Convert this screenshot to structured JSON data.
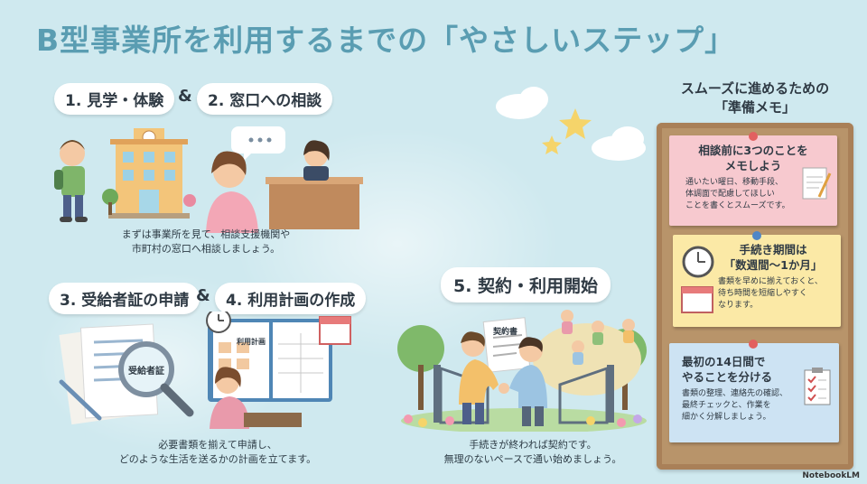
{
  "title": "B型事業所を利用するまでの「やさしいステップ」",
  "steps": [
    {
      "label": "1. 見学・体験"
    },
    {
      "label": "2. 窓口への相談"
    },
    {
      "label": "3. 受給者証の申請"
    },
    {
      "label": "4. 利用計画の作成"
    },
    {
      "label": "5. 契約・利用開始"
    }
  ],
  "amp": "&",
  "captions": {
    "step12": [
      "まずは事業所を見て、相談支援機関や",
      "市町村の窓口へ相談しましょう。"
    ],
    "step34": [
      "必要書類を揃えて申請し、",
      "どのような生活を送るかの計画を立てます。"
    ],
    "step5": [
      "手続きが終われば契約です。",
      "無理のないペースで通い始めましょう。"
    ]
  },
  "illustration_text": {
    "certificate": "受給者証",
    "plan": "利用計画",
    "contract": "契約書"
  },
  "memo": {
    "title": [
      "スムーズに進めるための",
      "「準備メモ」"
    ],
    "notes": [
      {
        "heading": [
          "相談前に3つのことを",
          "メモしよう"
        ],
        "body": [
          "通いたい曜日、移動手段、",
          "体調面で配慮してほしい",
          "ことを書くとスムーズです。"
        ],
        "color": "#f7c9cf"
      },
      {
        "heading": [
          "手続き期間は",
          "「数週間〜1か月」"
        ],
        "body": [
          "書類を早めに揃えておくと、",
          "待ち時間を短縮しやすく",
          "なります。"
        ],
        "color": "#fbe9a6"
      },
      {
        "heading": [
          "最初の14日間で",
          "やることを分ける"
        ],
        "body": [
          "書類の整理、連絡先の確認、",
          "最終チェックと、作業を",
          "細かく分解しましょう。"
        ],
        "color": "#cde3f3"
      }
    ]
  },
  "brand": "NotebookLM",
  "colors": {
    "title": "#5a9db2",
    "background": "#cfe9ef",
    "board": "#b8946a"
  }
}
